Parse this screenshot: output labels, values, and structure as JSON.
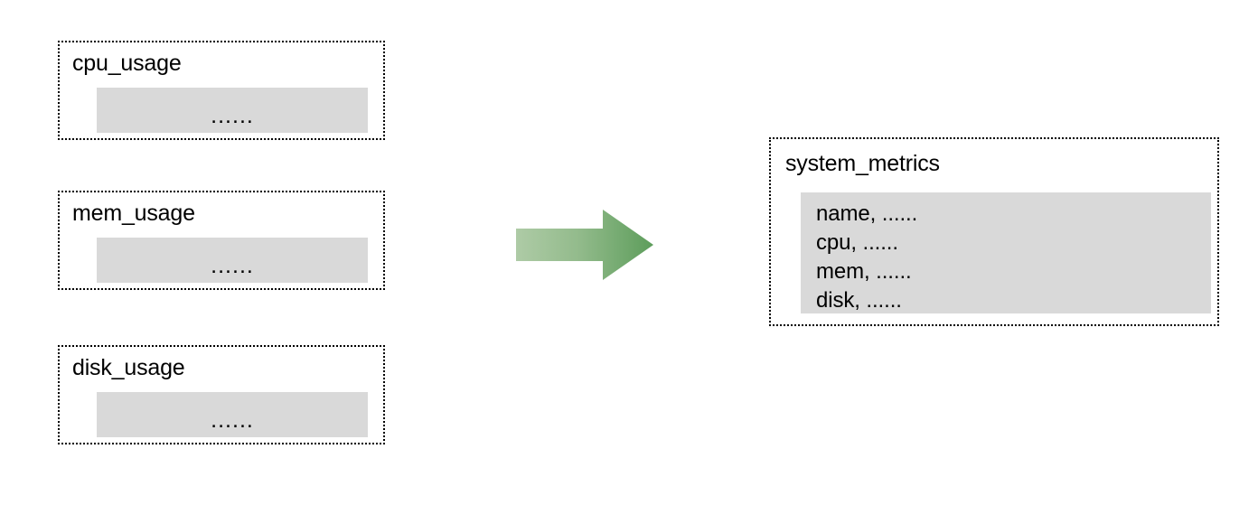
{
  "diagram": {
    "title_hidden": "",
    "sources": [
      {
        "name": "cpu_usage",
        "body_text": "......"
      },
      {
        "name": "mem_usage",
        "body_text": "......"
      },
      {
        "name": "disk_usage",
        "body_text": "......"
      }
    ],
    "arrow": {
      "icon": "right-arrow-icon",
      "gradient_from": "#a9c8a1",
      "gradient_to": "#5d9d5b"
    },
    "destination": {
      "name": "system_metrics",
      "fields": [
        "name, ......",
        "cpu, ......",
        "mem, ......",
        "disk, ......"
      ]
    },
    "colors": {
      "box_border": "#000000",
      "body_fill": "#d9d9d9",
      "background": "#ffffff",
      "text": "#000000"
    }
  }
}
